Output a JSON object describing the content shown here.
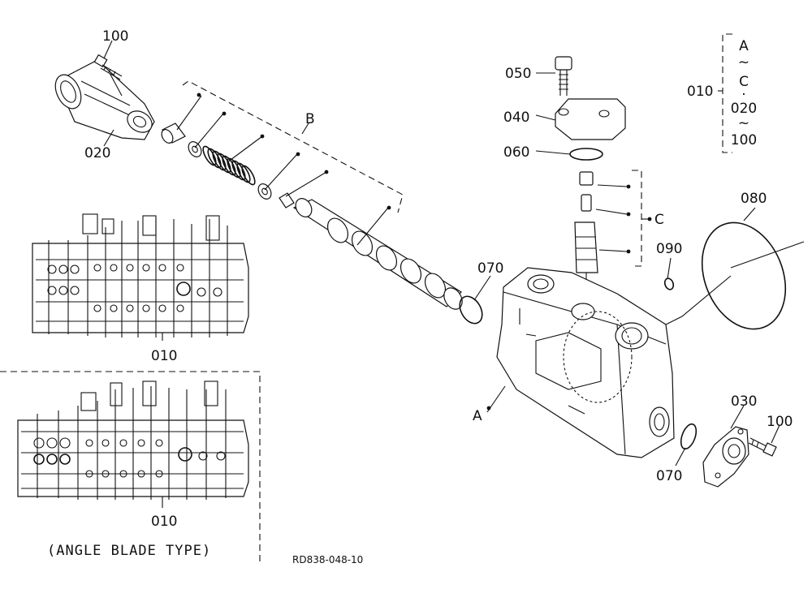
{
  "labels": {
    "p100_top": "100",
    "p020": "020",
    "pB": "B",
    "p050": "050",
    "p040": "040",
    "p060": "060",
    "pC": "C",
    "p080": "080",
    "p090": "090",
    "p070_top": "070",
    "pA": "A",
    "p030": "030",
    "p100_right": "100",
    "p070_bottom": "070",
    "p010_upper": "010",
    "p010_lower": "010"
  },
  "legend": {
    "part": "010",
    "lines": [
      "A",
      "~",
      "C",
      "·",
      "020",
      "~",
      "100"
    ]
  },
  "caption": "(ANGLE BLADE TYPE)",
  "drawing_code": "RD838-048-10"
}
